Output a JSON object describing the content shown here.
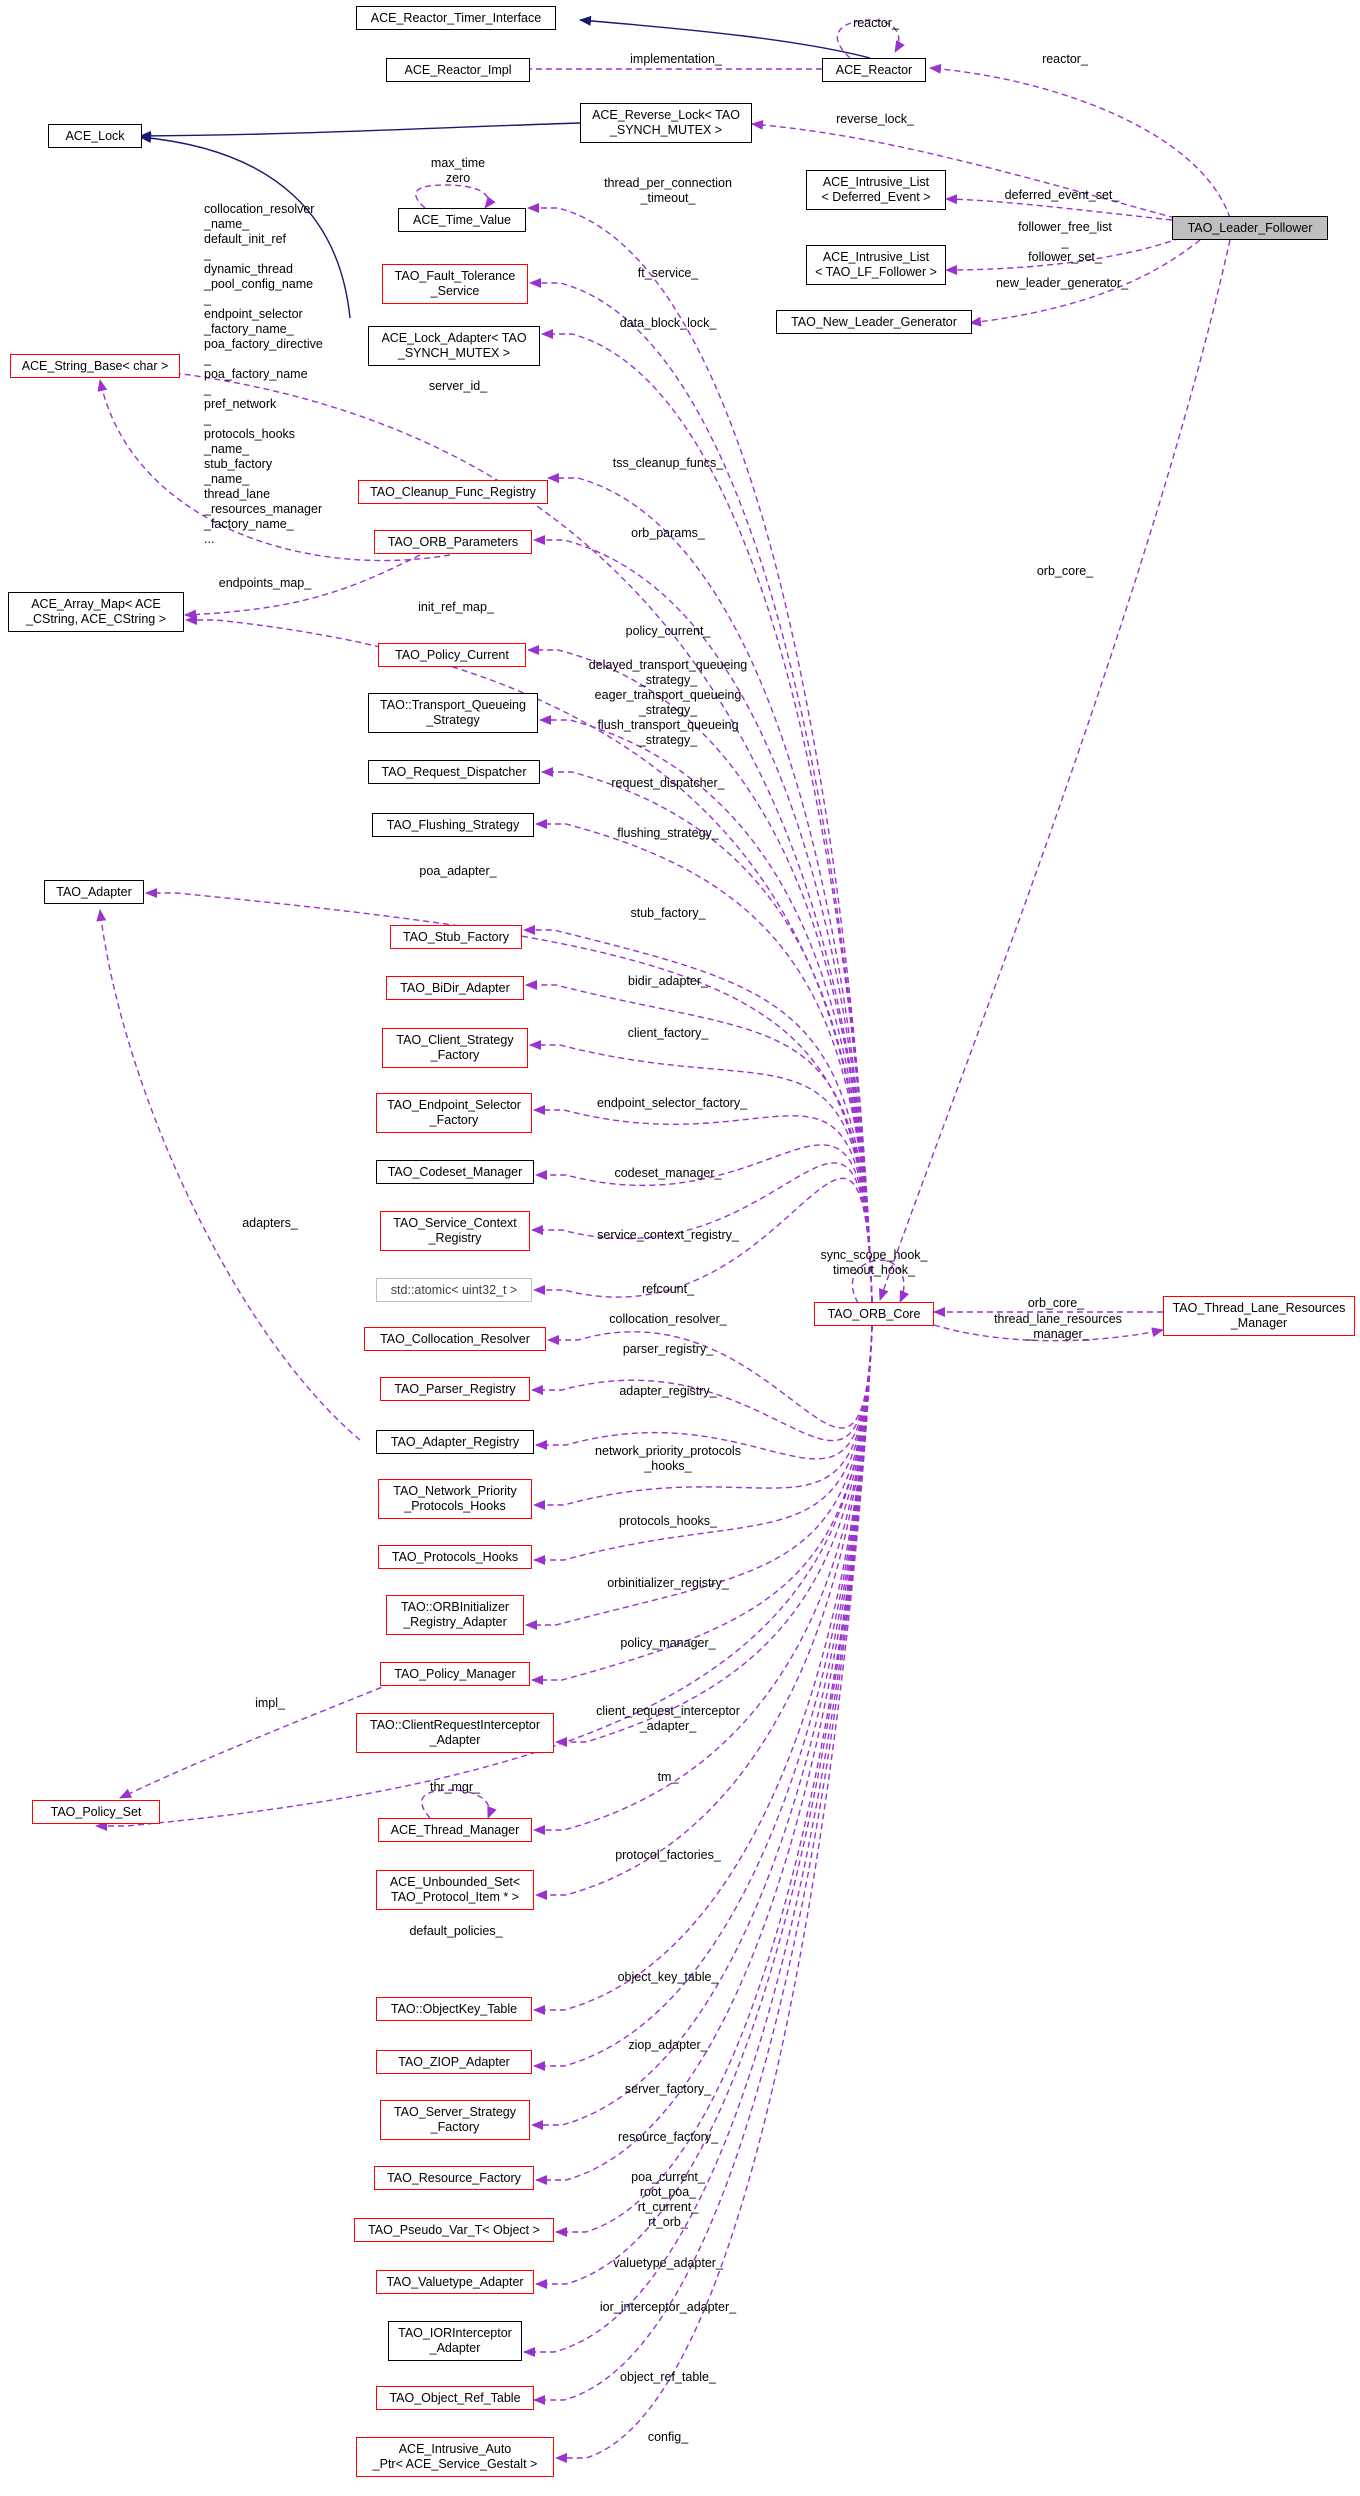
{
  "colors": {
    "dependency": "#9a32cd",
    "inheritance": "#191970",
    "focus_fill": "#bfbfbf",
    "red_border": "#ff0000"
  },
  "nodes": {
    "leader_follower": "TAO_Leader_Follower",
    "orb_core": "TAO_ORB_Core",
    "reactor_timer_interface": "ACE_Reactor_Timer_Interface",
    "reactor_impl": "ACE_Reactor_Impl",
    "reactor": "ACE_Reactor",
    "ace_lock": "ACE_Lock",
    "reverse_lock": "ACE_Reverse_Lock< TAO\n_SYNCH_MUTEX >",
    "intrusive_list_deferred": "ACE_Intrusive_List\n< Deferred_Event >",
    "intrusive_list_lf": "ACE_Intrusive_List\n< TAO_LF_Follower >",
    "new_leader_generator": "TAO_New_Leader_Generator",
    "time_value": "ACE_Time_Value",
    "fault_tolerance": "TAO_Fault_Tolerance\n_Service",
    "lock_adapter": "ACE_Lock_Adapter< TAO\n_SYNCH_MUTEX >",
    "string_base": "ACE_String_Base< char >",
    "cleanup_func_registry": "TAO_Cleanup_Func_Registry",
    "orb_parameters": "TAO_ORB_Parameters",
    "array_map": "ACE_Array_Map< ACE\n_CString, ACE_CString >",
    "policy_current": "TAO_Policy_Current",
    "transport_queueing": "TAO::Transport_Queueing\n_Strategy",
    "request_dispatcher": "TAO_Request_Dispatcher",
    "flushing_strategy": "TAO_Flushing_Strategy",
    "tao_adapter": "TAO_Adapter",
    "stub_factory": "TAO_Stub_Factory",
    "bidir_adapter": "TAO_BiDir_Adapter",
    "client_strategy_factory": "TAO_Client_Strategy\n_Factory",
    "endpoint_selector_factory": "TAO_Endpoint_Selector\n_Factory",
    "codeset_manager": "TAO_Codeset_Manager",
    "service_context_registry": "TAO_Service_Context\n_Registry",
    "atomic_uint32": "std::atomic< uint32_t >",
    "collocation_resolver": "TAO_Collocation_Resolver",
    "parser_registry": "TAO_Parser_Registry",
    "adapter_registry": "TAO_Adapter_Registry",
    "network_priority_hooks": "TAO_Network_Priority\n_Protocols_Hooks",
    "protocols_hooks": "TAO_Protocols_Hooks",
    "orbinitializer_registry": "TAO::ORBInitializer\n_Registry_Adapter",
    "policy_manager": "TAO_Policy_Manager",
    "client_request_interceptor": "TAO::ClientRequestInterceptor\n_Adapter",
    "policy_set": "TAO_Policy_Set",
    "thread_manager": "ACE_Thread_Manager",
    "unbounded_set": "ACE_Unbounded_Set<\nTAO_Protocol_Item * >",
    "objectkey_table": "TAO::ObjectKey_Table",
    "ziop_adapter": "TAO_ZIOP_Adapter",
    "server_strategy_factory": "TAO_Server_Strategy\n_Factory",
    "resource_factory": "TAO_Resource_Factory",
    "pseudo_var": "TAO_Pseudo_Var_T< Object >",
    "valuetype_adapter": "TAO_Valuetype_Adapter",
    "iorinterceptor_adapter": "TAO_IORInterceptor\n_Adapter",
    "object_ref_table": "TAO_Object_Ref_Table",
    "intrusive_auto_ptr": "ACE_Intrusive_Auto\n_Ptr< ACE_Service_Gestalt >",
    "thread_lane_resources_manager": "TAO_Thread_Lane_Resources\n_Manager"
  },
  "edge_labels": {
    "reactor_self": "reactor_",
    "implementation": "implementation_",
    "reactor": "reactor_",
    "reverse_lock": "reverse_lock_",
    "deferred_event_set": "deferred_event_set_",
    "follower_set": "follower_free_list\n_\nfollower_set_",
    "new_leader_generator": "new_leader_generator_",
    "time_value_self": "max_time\nzero",
    "thread_per_connection": "thread_per_connection\n_timeout_",
    "string_members": "collocation_resolver\n_name_\ndefault_init_ref\n_\ndynamic_thread\n_pool_config_name\n_\nendpoint_selector\n_factory_name_\npoa_factory_directive\n_\npoa_factory_name\n_\npref_network\n_\nprotocols_hooks\n_name_\nstub_factory\n_name_\nthread_lane\n_resources_manager\n_factory_name_\n...",
    "ft_service": "ft_service_",
    "data_block_lock": "data_block_lock_",
    "server_id": "server_id_",
    "tss_cleanup_funcs": "tss_cleanup_funcs_",
    "orb_params": "orb_params_",
    "endpoints_map": "endpoints_map_",
    "init_ref_map": "init_ref_map_",
    "policy_current": "policy_current_",
    "queueing_strategy": "delayed_transport_queueing\n_strategy_\neager_transport_queueing\n_strategy_\nflush_transport_queueing\n_strategy_",
    "request_dispatcher": "request_dispatcher_",
    "flushing_strategy": "flushing_strategy_",
    "poa_adapter": "poa_adapter_",
    "stub_factory": "stub_factory_",
    "bidir_adapter": "bidir_adapter_",
    "client_factory": "client_factory_",
    "endpoint_selector_factory": "endpoint_selector_factory_",
    "codeset_manager": "codeset_manager_",
    "adapters": "adapters_",
    "service_context_registry": "service_context_registry_",
    "sync_scope_hook": "sync_scope_hook_\ntimeout_hook_",
    "refcount": "refcount_",
    "collocation_resolver": "collocation_resolver_",
    "parser_registry": "parser_registry_",
    "adapter_registry": "adapter_registry_",
    "network_priority_hooks": "network_priority_protocols\n_hooks_",
    "protocols_hooks": "protocols_hooks_",
    "orbinitializer_registry": "orbinitializer_registry_",
    "policy_manager": "policy_manager_",
    "impl": "impl_",
    "client_request_interceptor": "client_request_interceptor\n_adapter_",
    "thr_mgr": "thr_mgr_",
    "tm": "tm_",
    "protocol_factories": "protocol_factories_",
    "default_policies": "default_policies_",
    "object_key_table": "object_key_table_",
    "ziop_adapter": "ziop_adapter_",
    "server_factory": "server_factory_",
    "resource_factory": "resource_factory_",
    "pseudo_vars": "poa_current_\nroot_poa_\nrt_current_\nrt_orb_",
    "valuetype_adapter": "valuetype_adapter_",
    "ior_interceptor_adapter": "ior_interceptor_adapter_",
    "object_ref_table": "object_ref_table_",
    "config": "config_",
    "orb_core_from_leader": "orb_core_",
    "orb_core_thread_lane": "orb_core_",
    "thread_lane_resources": "thread_lane_resources\n_manager_"
  }
}
